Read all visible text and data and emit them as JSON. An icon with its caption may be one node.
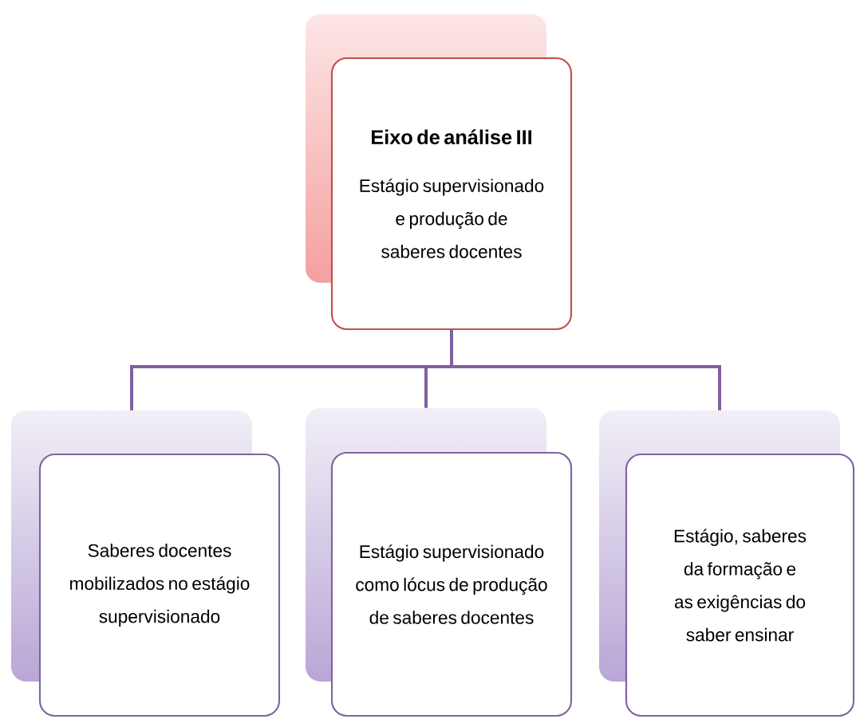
{
  "diagram": {
    "nodes": [
      {
        "text": [
          "Eixo de análise III",
          "Estágio supervisionado e produção de saberes docentes"
        ]
      },
      {
        "text": [
          "Saberes docentes mobilizados no estágio supervisionado"
        ]
      },
      {
        "text": [
          "Estágio supervisionado como lócus de produção de saberes docentes"
        ]
      },
      {
        "text": [
          "Estágio, saberes da formação e as exigências do saber ensinar"
        ]
      }
    ],
    "edges": [
      {
        "from": 0,
        "to": 1,
        "arrow": "none"
      },
      {
        "from": 0,
        "to": 2,
        "arrow": "none"
      },
      {
        "from": 0,
        "to": 3,
        "arrow": "none"
      }
    ]
  }
}
